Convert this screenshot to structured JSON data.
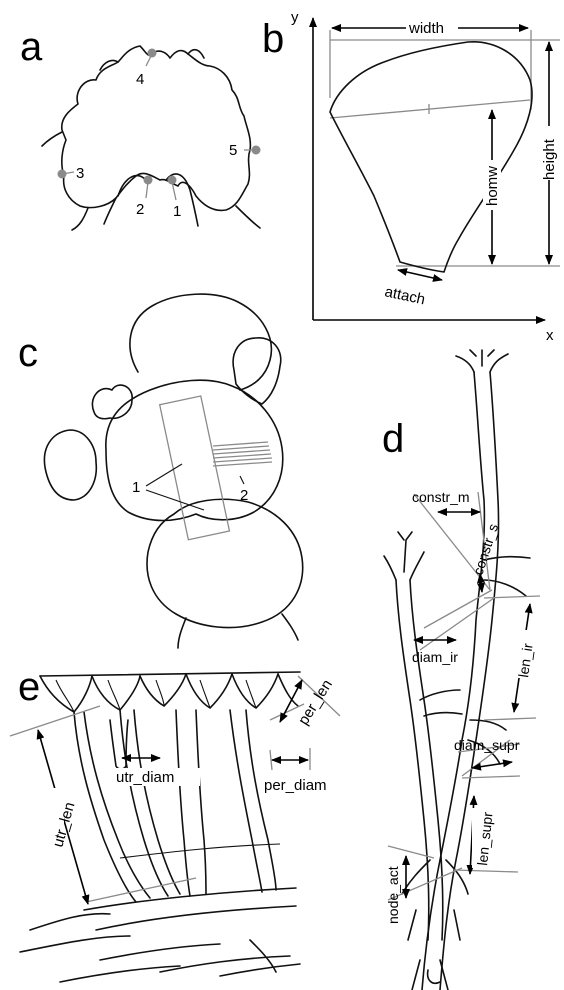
{
  "panels": {
    "a": {
      "letter": "a",
      "points": [
        "1",
        "2",
        "3",
        "4",
        "5"
      ]
    },
    "b": {
      "letter": "b",
      "axis_y": "y",
      "axis_x": "x",
      "labels": {
        "width": "width",
        "height": "height",
        "homw": "homw",
        "attach": "attach"
      }
    },
    "c": {
      "letter": "c",
      "labels": [
        "1",
        "2"
      ]
    },
    "d": {
      "letter": "d",
      "labels": {
        "constr_m": "constr_m",
        "constr_s": "constr_s",
        "diam_ir": "diam_ir",
        "len_ir": "len_ir",
        "diam_supr": "diam_supr",
        "len_supr": "len_supr",
        "node_act": "node_act"
      }
    },
    "e": {
      "letter": "e",
      "labels": {
        "utr_diam": "utr_diam",
        "utr_len": "utr_len",
        "per_len": "per_len",
        "per_diam": "per_diam"
      }
    }
  },
  "colors": {
    "ink": "#111111",
    "guide": "#8a8a8a",
    "point": "#8a8a8a",
    "background": "#ffffff"
  }
}
